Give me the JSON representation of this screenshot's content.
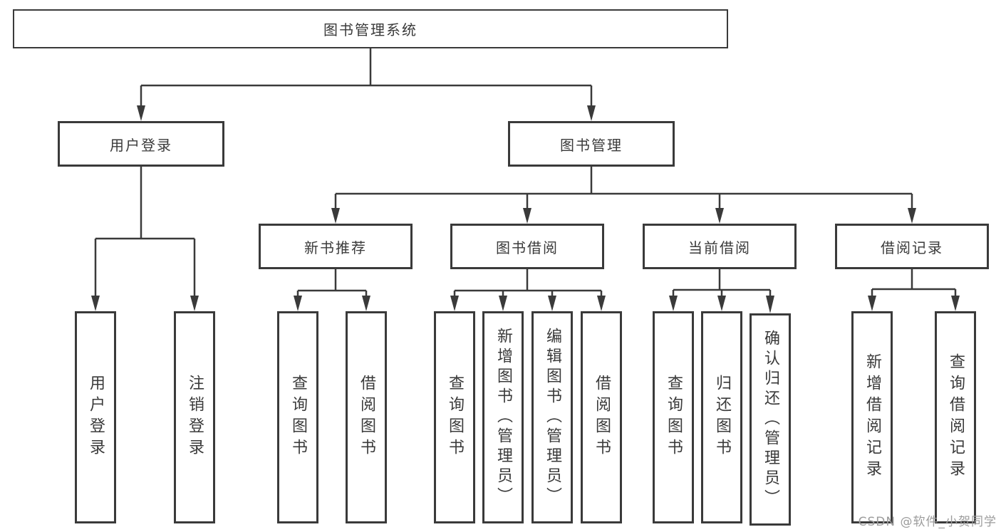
{
  "nodes": {
    "root": {
      "label": "图书管理系统"
    },
    "user_login": {
      "label": "用户登录"
    },
    "book_management": {
      "label": "图书管理"
    },
    "new_book_recommend": {
      "label": "新书推荐"
    },
    "book_borrowing": {
      "label": "图书借阅"
    },
    "current_borrowing": {
      "label": "当前借阅"
    },
    "borrowing_records": {
      "label": "借阅记录"
    },
    "leaf_user_login": {
      "label": "用户登录"
    },
    "leaf_logout": {
      "label": "注销登录"
    },
    "leaf_query_books_recommend": {
      "label": "查询图书"
    },
    "leaf_borrow_books_recommend": {
      "label": "借阅图书"
    },
    "leaf_query_books_borrowing": {
      "label": "查询图书"
    },
    "leaf_add_books_admin": {
      "label": "新增图书（管理员）"
    },
    "leaf_edit_books_admin": {
      "label": "编辑图书（管理员）"
    },
    "leaf_borrow_books_borrowing": {
      "label": "借阅图书"
    },
    "leaf_query_books_current": {
      "label": "查询图书"
    },
    "leaf_return_books": {
      "label": "归还图书"
    },
    "leaf_confirm_return_admin": {
      "label": "确认归还（管理员）"
    },
    "leaf_add_borrow_record": {
      "label": "新增借阅记录"
    },
    "leaf_query_borrow_record": {
      "label": "查询借阅记录"
    }
  },
  "watermark": {
    "text": "CSDN @软件_小贺同学"
  },
  "colors": {
    "stroke": "#3a3a3a",
    "text": "#3a3a3a",
    "node_fill": "#ffffff",
    "watermark": "#9c9c9c",
    "background": "#ffffff"
  }
}
